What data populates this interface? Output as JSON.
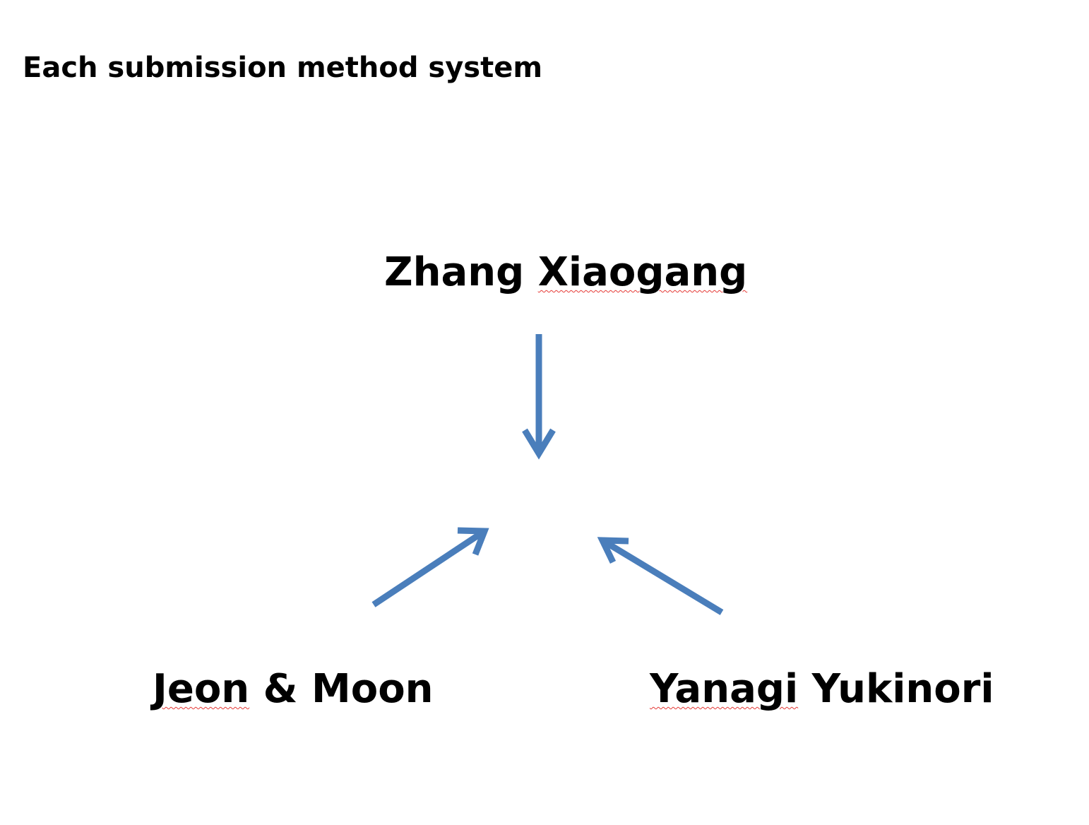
{
  "title": "Each submission method system",
  "nodes": {
    "top": {
      "first": "Zhang",
      "second": "Xiaogang"
    },
    "left": {
      "first": "Jeon",
      "rest": "& Moon"
    },
    "right": {
      "first": "Yanagi",
      "rest": "Yukinori"
    }
  },
  "colors": {
    "arrow": "#4a7ebb",
    "spellcheck": "#e53935"
  }
}
